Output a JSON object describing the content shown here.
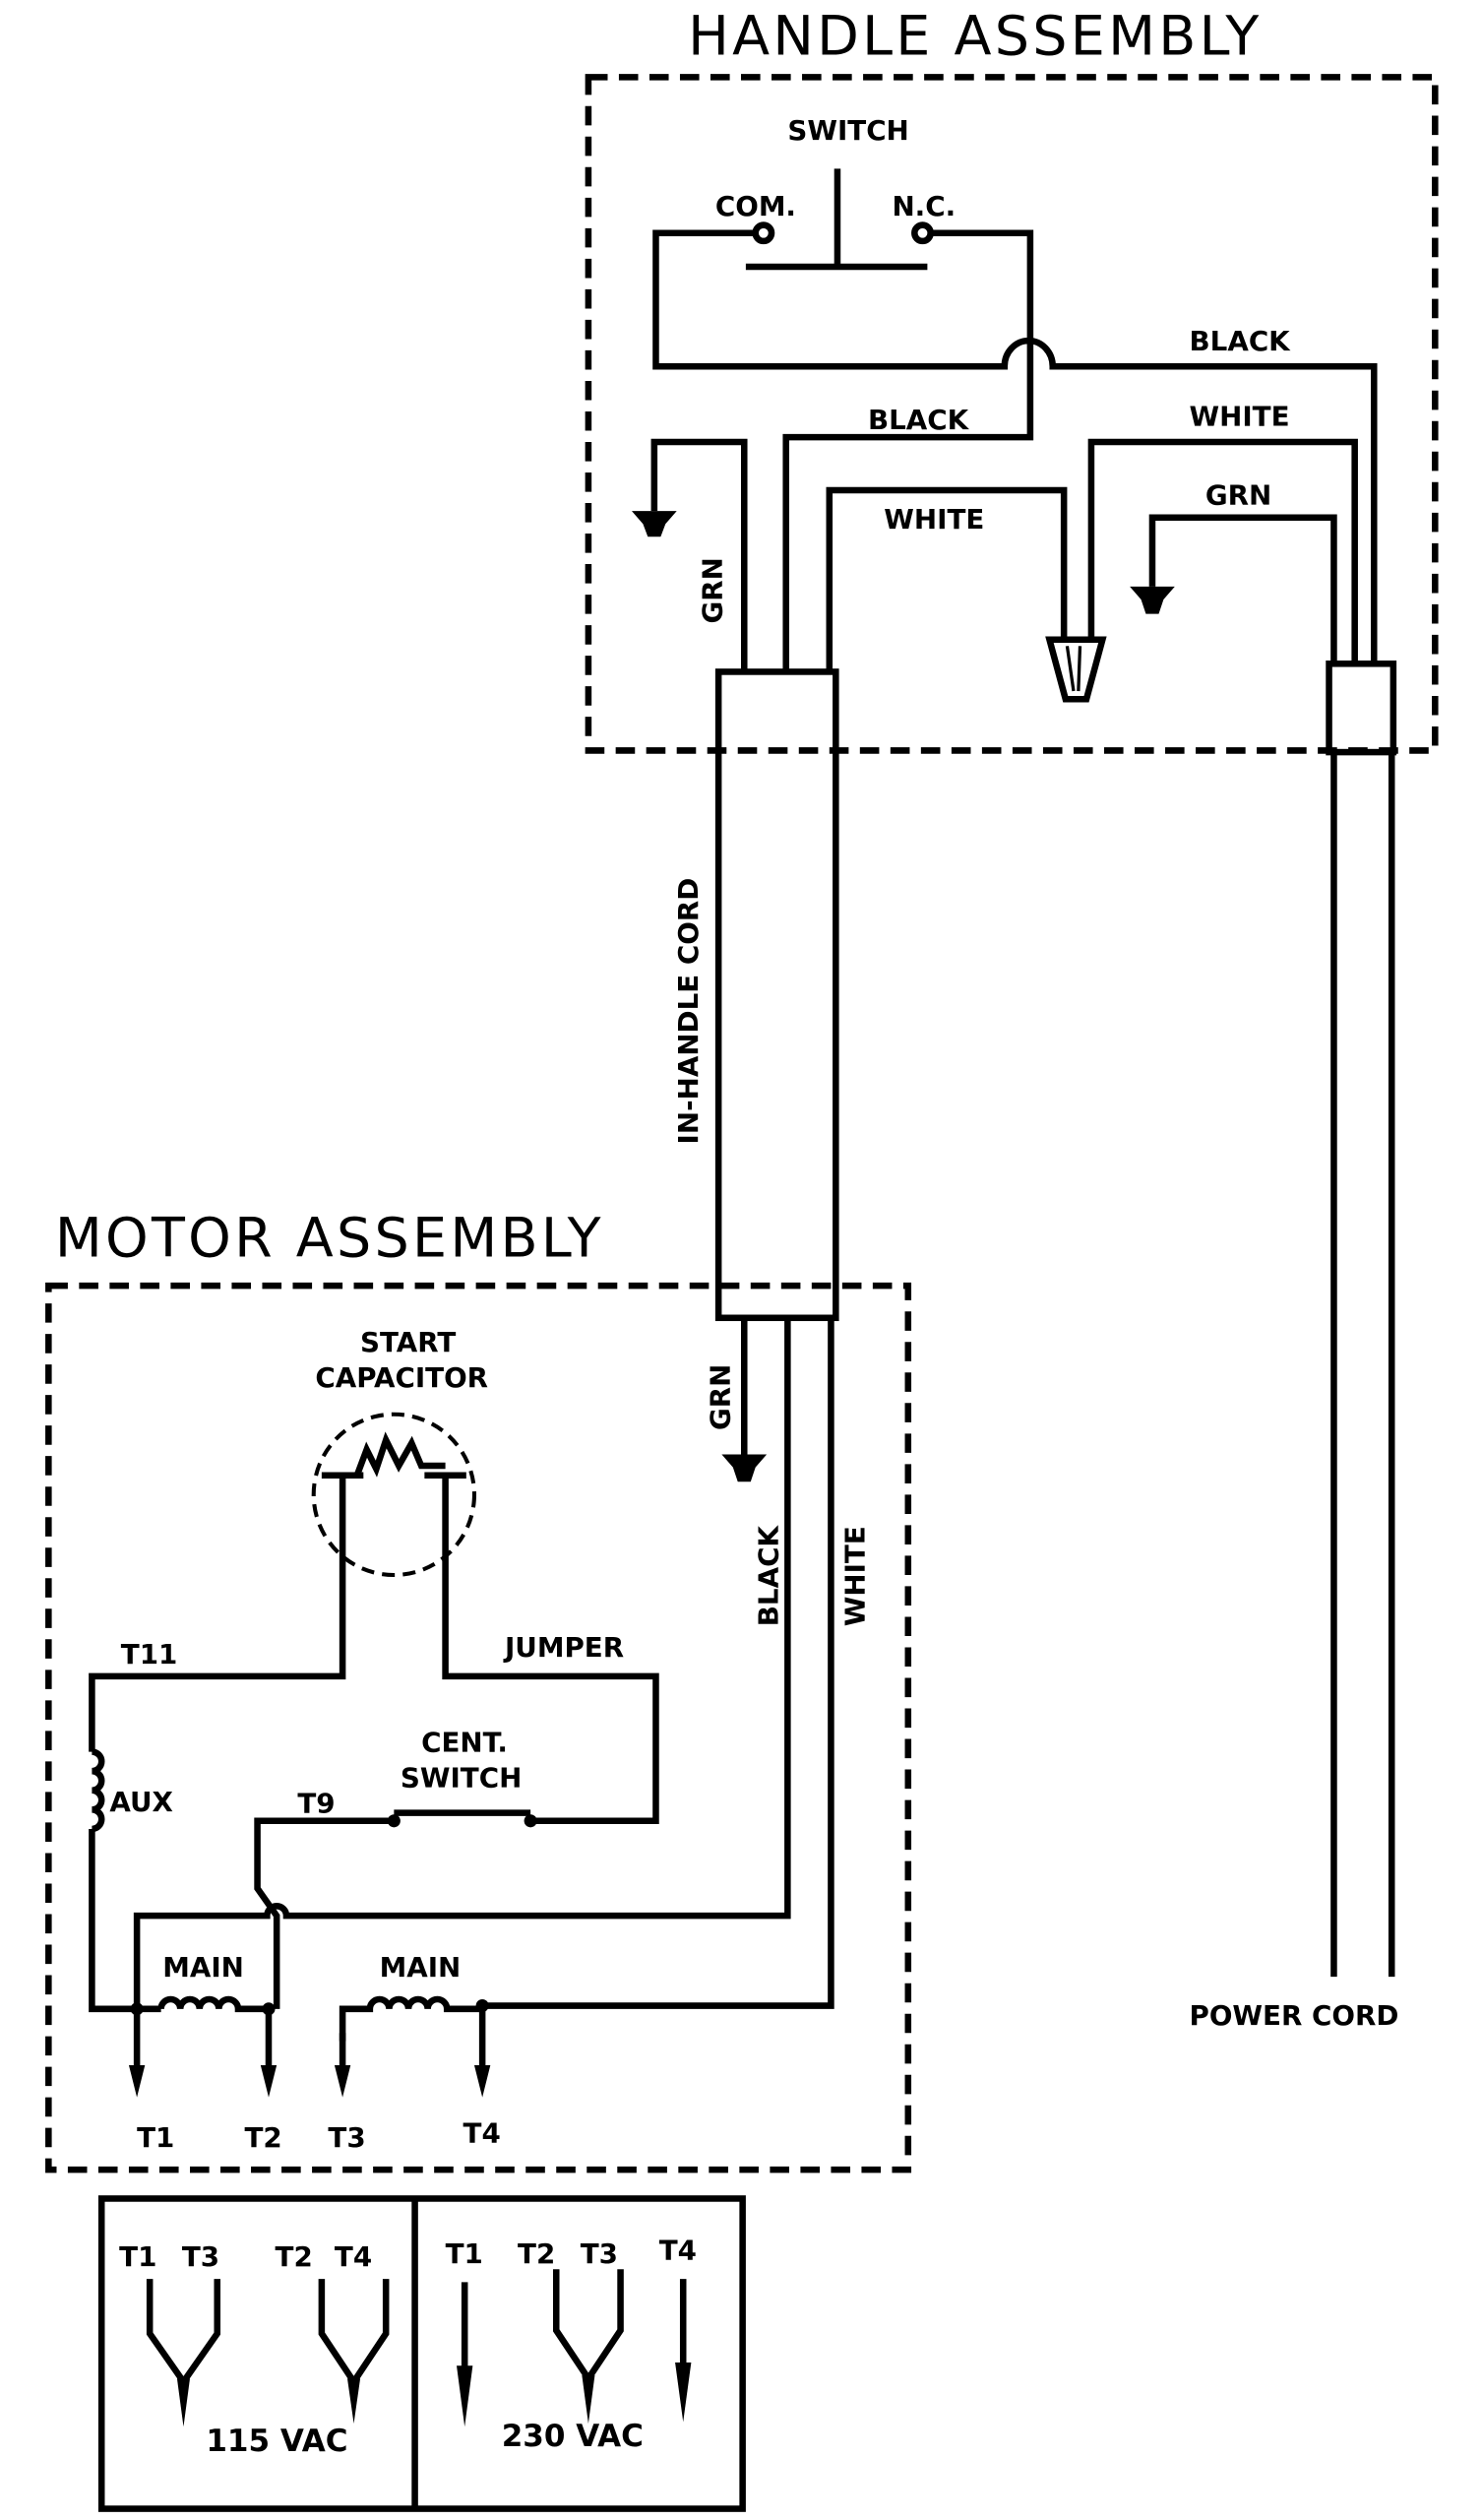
{
  "handle_assembly": {
    "title": "HANDLE ASSEMBLY",
    "switch_label": "SWITCH",
    "com_label": "COM.",
    "nc_label": "N.C.",
    "black_label_1": "BLACK",
    "black_label_2": "BLACK",
    "white_label_1": "WHITE",
    "white_label_2": "WHITE",
    "grn_label_1": "GRN",
    "grn_label_2": "GRN"
  },
  "in_handle_cord_label": "IN-HANDLE CORD",
  "power_cord_label": "POWER CORD",
  "motor_assembly": {
    "title": "MOTOR ASSEMBLY",
    "start_capacitor_label": [
      "START",
      "CAPACITOR"
    ],
    "grn_label": "GRN",
    "black_label": "BLACK",
    "white_label": "WHITE",
    "t11_label": "T11",
    "jumper_label": "JUMPER",
    "aux_label": "AUX",
    "cent_switch_label": [
      "CENT.",
      "SWITCH"
    ],
    "t9_label": "T9",
    "main_label_1": "MAIN",
    "main_label_2": "MAIN",
    "terminals": [
      "T1",
      "T2",
      "T3",
      "T4"
    ]
  },
  "voltage_table": {
    "v115": {
      "label": "115 VAC",
      "terminals": [
        "T1",
        "T3",
        "T2",
        "T4"
      ]
    },
    "v230": {
      "label": "230 VAC",
      "terminals": [
        "T1",
        "T2",
        "T3",
        "T4"
      ]
    }
  }
}
